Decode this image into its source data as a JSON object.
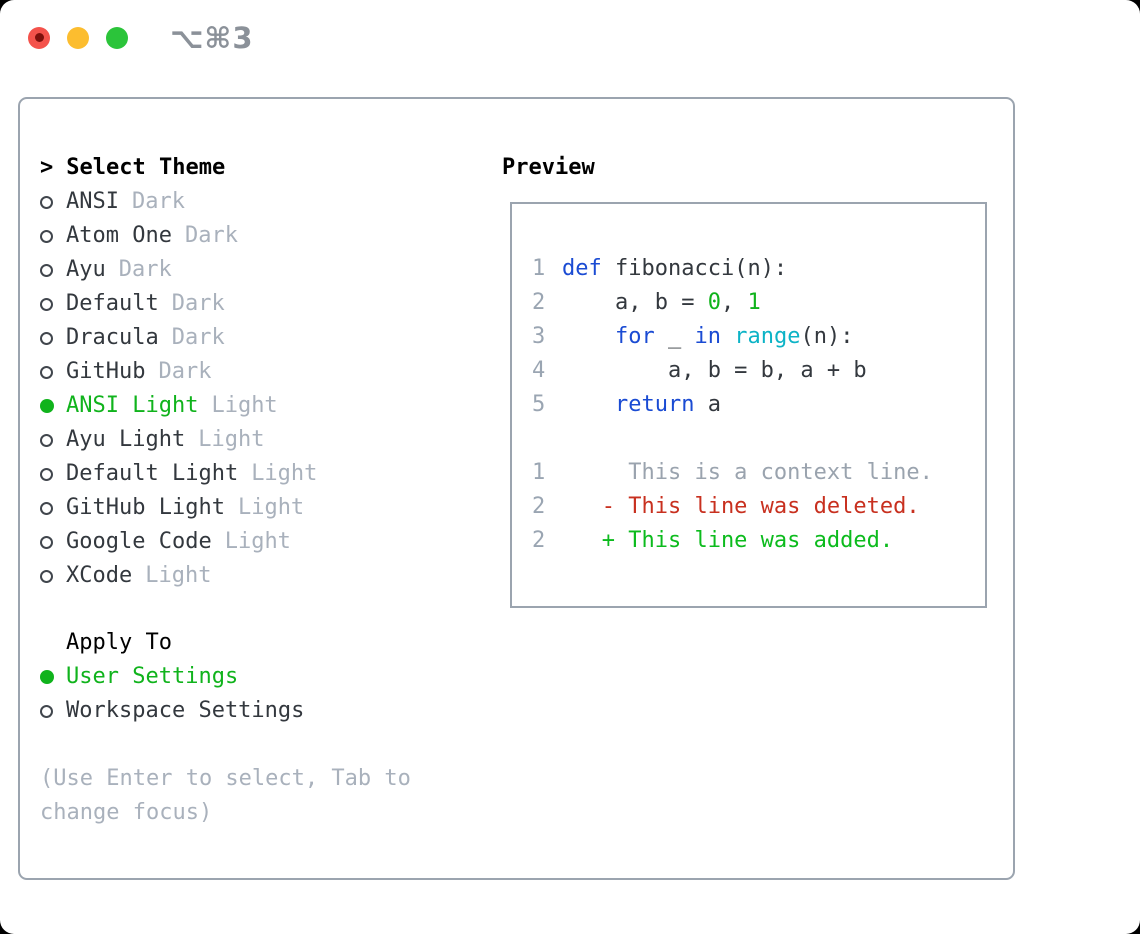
{
  "titlebar": {
    "shortcut": "⌥⌘3"
  },
  "theme_panel": {
    "header_prefix": ">",
    "header": "Select Theme",
    "themes": [
      {
        "name": "ANSI",
        "variant": "Dark",
        "selected": false
      },
      {
        "name": "Atom One",
        "variant": "Dark",
        "selected": false
      },
      {
        "name": "Ayu",
        "variant": "Dark",
        "selected": false
      },
      {
        "name": "Default",
        "variant": "Dark",
        "selected": false
      },
      {
        "name": "Dracula",
        "variant": "Dark",
        "selected": false
      },
      {
        "name": "GitHub",
        "variant": "Dark",
        "selected": false
      },
      {
        "name": "ANSI Light",
        "variant": "Light",
        "selected": true
      },
      {
        "name": "Ayu Light",
        "variant": "Light",
        "selected": false
      },
      {
        "name": "Default Light",
        "variant": "Light",
        "selected": false
      },
      {
        "name": "GitHub Light",
        "variant": "Light",
        "selected": false
      },
      {
        "name": "Google Code",
        "variant": "Light",
        "selected": false
      },
      {
        "name": "XCode",
        "variant": "Light",
        "selected": false
      }
    ],
    "apply_to": {
      "header": "Apply To",
      "options": [
        {
          "label": "User Settings",
          "selected": true
        },
        {
          "label": "Workspace Settings",
          "selected": false
        }
      ]
    },
    "hint": "(Use Enter to select, Tab to change focus)"
  },
  "preview": {
    "title": "Preview",
    "code_lines": [
      {
        "num": "1",
        "tokens": [
          {
            "t": "def",
            "c": "blue"
          },
          {
            "t": " fibonacci(n):",
            "c": "fg"
          }
        ]
      },
      {
        "num": "2",
        "tokens": [
          {
            "t": "    a, b = ",
            "c": "fg"
          },
          {
            "t": "0",
            "c": "green"
          },
          {
            "t": ", ",
            "c": "fg"
          },
          {
            "t": "1",
            "c": "green"
          }
        ]
      },
      {
        "num": "3",
        "tokens": [
          {
            "t": "    ",
            "c": "fg"
          },
          {
            "t": "for",
            "c": "blue"
          },
          {
            "t": " _ ",
            "c": "fg"
          },
          {
            "t": "in",
            "c": "blue"
          },
          {
            "t": " ",
            "c": "fg"
          },
          {
            "t": "range",
            "c": "cyan"
          },
          {
            "t": "(n):",
            "c": "fg"
          }
        ]
      },
      {
        "num": "4",
        "tokens": [
          {
            "t": "        a, b = b, a + b",
            "c": "fg"
          }
        ]
      },
      {
        "num": "5",
        "tokens": [
          {
            "t": "    ",
            "c": "fg"
          },
          {
            "t": "return",
            "c": "blue"
          },
          {
            "t": " a",
            "c": "fg"
          }
        ]
      }
    ],
    "diff_lines": [
      {
        "num": "1",
        "kind": "context",
        "text": "     This is a context line."
      },
      {
        "num": "2",
        "kind": "deleted",
        "text": "   - This line was deleted."
      },
      {
        "num": "2",
        "kind": "added",
        "text": "   + This line was added."
      }
    ]
  },
  "colors": {
    "accent_green": "#10b31c",
    "keyword_blue": "#1a4bd3",
    "builtin_cyan": "#0cb3c6",
    "deleted_red": "#c8301f",
    "added_green": "#0cbb1d",
    "muted_gray": "#a9b1bc",
    "line_number_gray": "#9aa5b2",
    "border_gray": "#9ba4af",
    "traffic_red": "#f4524b",
    "traffic_yellow": "#fcbd2f",
    "traffic_green": "#2bc43a"
  }
}
